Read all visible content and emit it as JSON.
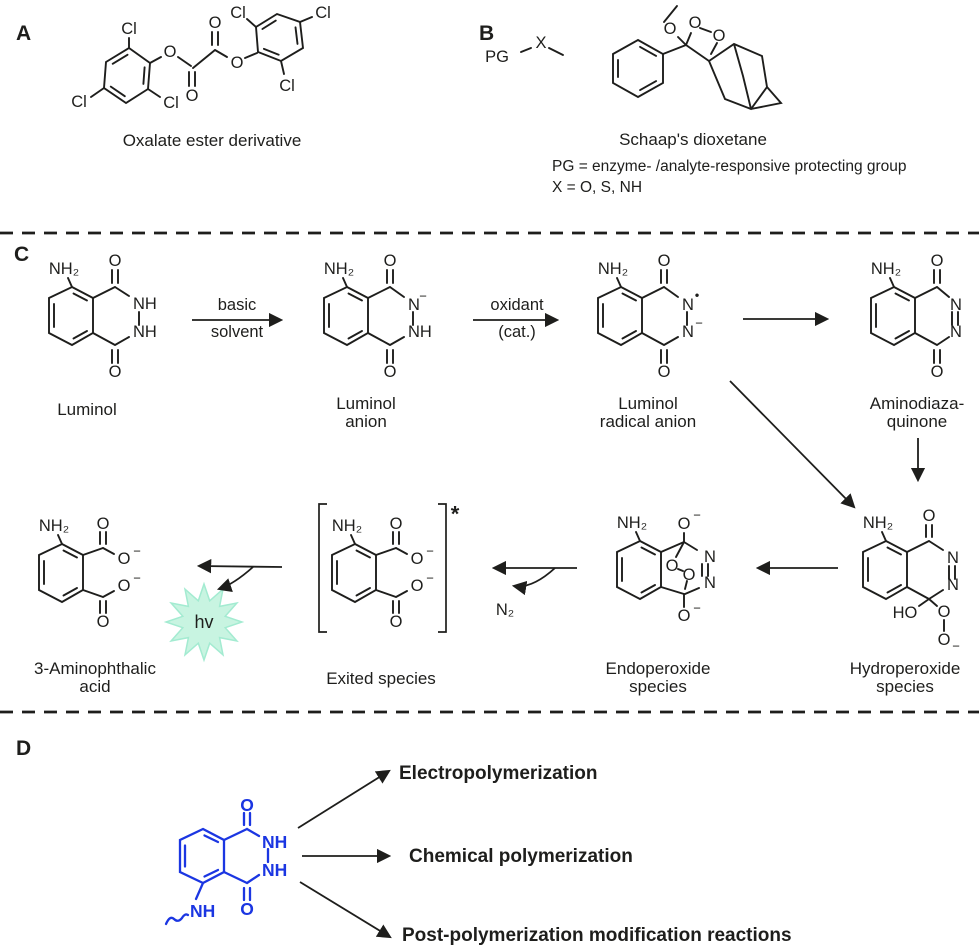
{
  "colors": {
    "ink": "#1e1e1c",
    "structure_blue": "#1b36e2",
    "star_fill": "#c8f4e1",
    "star_stroke": "#a3ebd1"
  },
  "panels": {
    "a": {
      "label": "A",
      "caption": "Oxalate ester derivative",
      "atoms": {
        "cl1": "Cl",
        "cl2": "Cl",
        "cl3": "Cl",
        "o1": "O",
        "o2": "O",
        "o3": "O",
        "o4": "O",
        "cl4": "Cl",
        "cl5": "Cl",
        "cl6": "Cl"
      }
    },
    "b": {
      "label": "B",
      "caption": "Schaap's dioxetane",
      "note1": "PG = enzyme- /analyte-responsive protecting group",
      "note2": "X = O, S, NH",
      "atoms": {
        "pg": "PG",
        "x": "X",
        "ome": "O",
        "o1": "O",
        "o2": "O"
      }
    },
    "c": {
      "label": "C",
      "arrow1_top": "basic",
      "arrow1_bottom": "solvent",
      "arrow2_top": "oxidant",
      "arrow2_bottom": "(cat.)",
      "n2": "N₂",
      "hv": "hv",
      "structures": {
        "luminol": {
          "caption1": "Luminol",
          "atoms": {
            "nh2": "NH₂",
            "o_top": "O",
            "n1": "NH",
            "n2": "NH",
            "o_bottom": "O"
          }
        },
        "luminol_anion": {
          "caption1": "Luminol",
          "caption2": "anion",
          "atoms": {
            "nh2": "NH₂",
            "o_top": "O",
            "n1": "N",
            "n1_charge": "−",
            "n2": "NH",
            "o_bottom": "O"
          }
        },
        "luminol_radical_anion": {
          "caption1": "Luminol",
          "caption2": "radical anion",
          "atoms": {
            "nh2": "NH₂",
            "o_top": "O",
            "n1": "N",
            "n1_radical": "•",
            "n2": "N",
            "n2_charge": "−",
            "o_bottom": "O"
          }
        },
        "aminodiazaquinone": {
          "caption1": "Aminodiaza-",
          "caption2": "quinone",
          "atoms": {
            "nh2": "NH₂",
            "o_top": "O",
            "n1": "N",
            "n2": "N",
            "o_bottom": "O"
          }
        },
        "hydroperoxide": {
          "caption1": "Hydroperoxide",
          "caption2": "species",
          "atoms": {
            "nh2": "NH₂",
            "o_top": "O",
            "n1": "N",
            "n2": "N",
            "ho": "HO",
            "o1": "O",
            "o2": "O",
            "o2_charge": "−"
          }
        },
        "endoperoxide": {
          "caption1": "Endoperoxide",
          "caption2": "species",
          "atoms": {
            "nh2": "NH₂",
            "o_top": "O",
            "o_top_charge": "−",
            "o_a": "O",
            "o_b": "O",
            "n1": "N",
            "n2": "N",
            "o_bottom": "O",
            "o_bottom_charge": "−"
          }
        },
        "excited": {
          "caption1": "Exited species",
          "asterisk": "*",
          "atoms": {
            "nh2": "NH₂",
            "o_top": "O",
            "o_minus1": "O",
            "charge1": "−",
            "o_minus2": "O",
            "charge2": "−",
            "o_bottom": "O"
          }
        },
        "aminophthalic": {
          "caption1": "3-Aminophthalic",
          "caption2": "acid",
          "atoms": {
            "nh2": "NH₂",
            "o_top": "O",
            "o_minus1": "O",
            "charge1": "−",
            "o_minus2": "O",
            "charge2": "−",
            "o_bottom": "O"
          }
        }
      }
    },
    "d": {
      "label": "D",
      "atoms": {
        "o_top": "O",
        "nh1": "NH",
        "nh2": "NH",
        "o_bottom": "O",
        "nh_amine": "NH"
      },
      "targets": [
        "Electropolymerization",
        "Chemical polymerization",
        "Post-polymerization modification reactions"
      ]
    }
  }
}
